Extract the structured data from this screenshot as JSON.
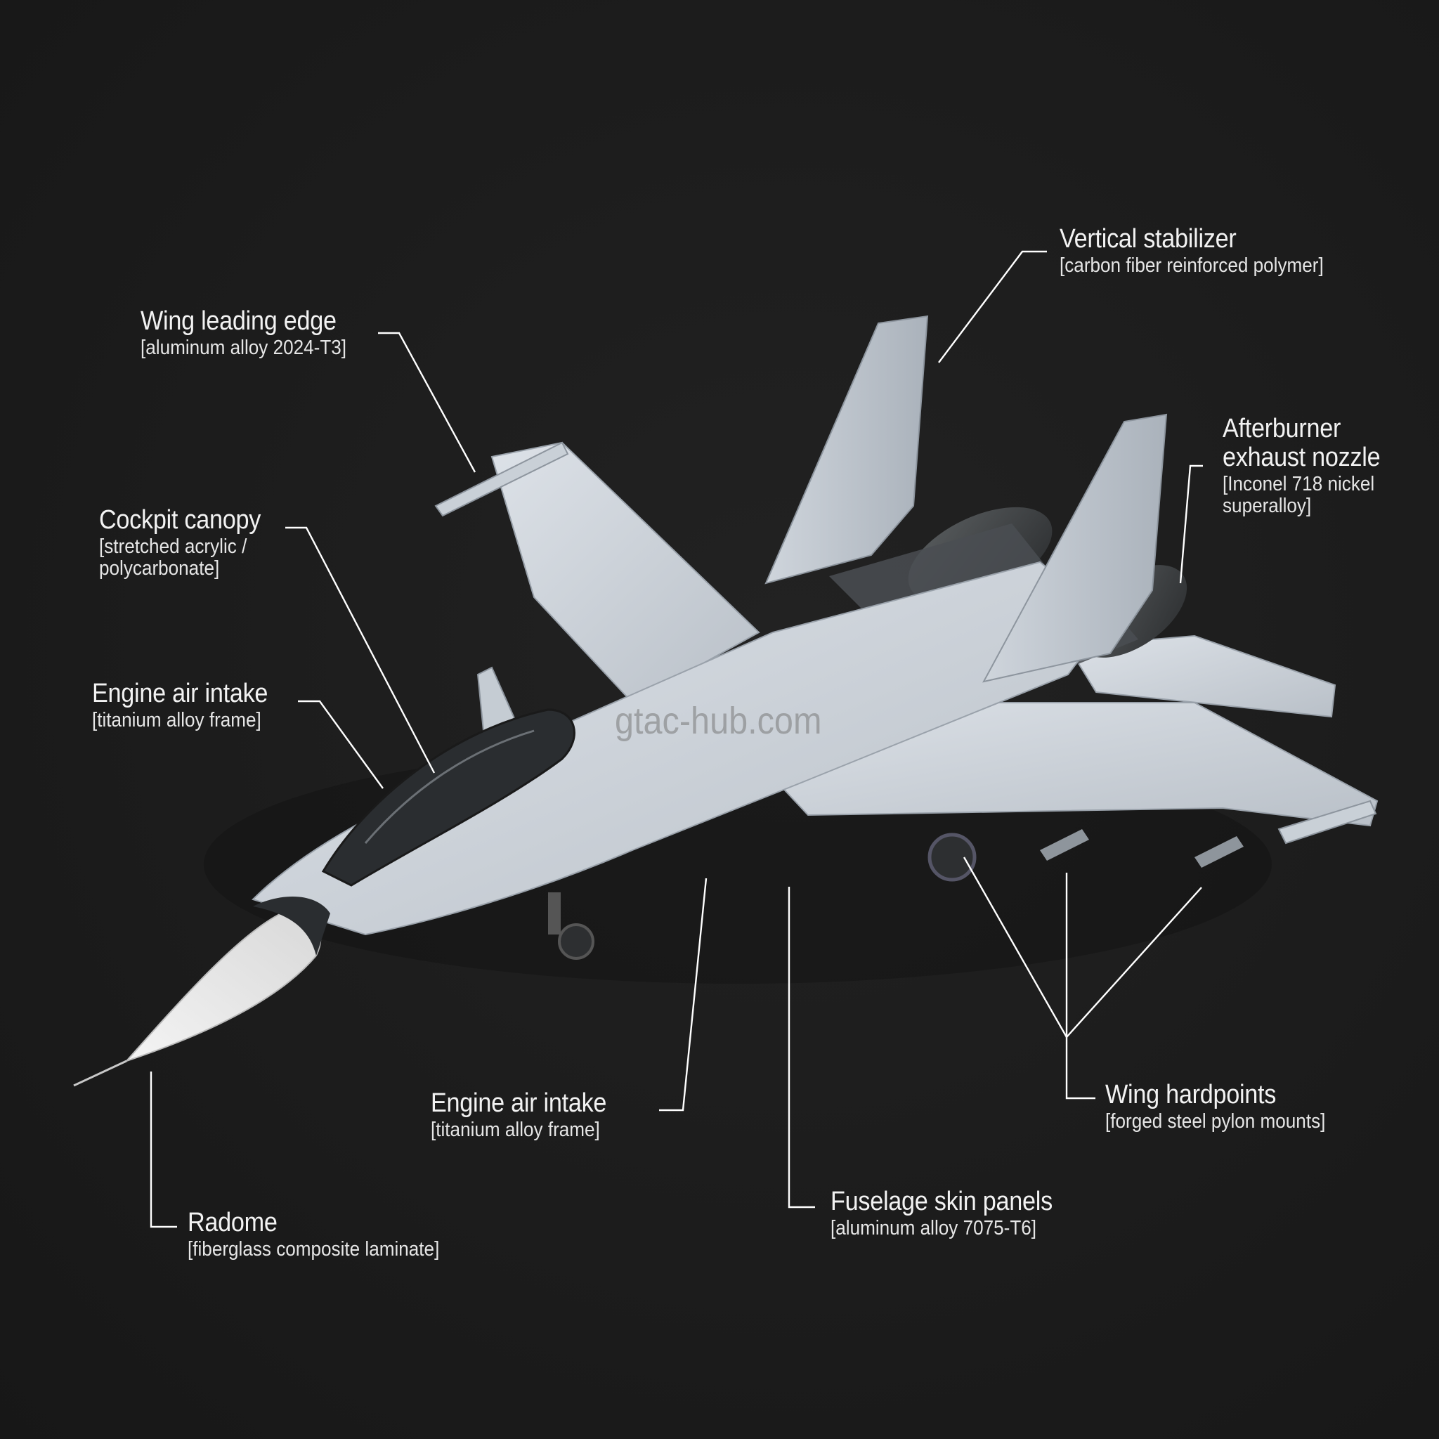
{
  "diagram": {
    "subject": "fighter jet material callout diagram",
    "background_color": "#1b1b1b",
    "text_color": "#f2f2f2",
    "leader_line_color": "#ffffff",
    "watermark": "gtac-hub.com"
  },
  "callouts": [
    {
      "id": "vertical-stabilizer",
      "title": "Vertical stabilizer",
      "material": "[carbon fiber reinforced polymer]"
    },
    {
      "id": "wing-leading-edge",
      "title": "Wing leading edge",
      "material": "[aluminum alloy 2024-T3]"
    },
    {
      "id": "afterburner-exhaust-nozzle",
      "title": "Afterburner\nexhaust nozzle",
      "material": "[Inconel 718 nickel\nsuperalloy]"
    },
    {
      "id": "cockpit-canopy",
      "title": "Cockpit canopy",
      "material": "[stretched acrylic /\npolycarbonate]"
    },
    {
      "id": "engine-air-intake-left",
      "title": "Engine air intake",
      "material": "[titanium alloy frame]"
    },
    {
      "id": "engine-air-intake-bottom",
      "title": "Engine air intake",
      "material": "[titanium alloy frame]"
    },
    {
      "id": "wing-hardpoints",
      "title": "Wing hardpoints",
      "material": "[forged steel pylon mounts]"
    },
    {
      "id": "fuselage-skin-panels",
      "title": "Fuselage skin panels",
      "material": "[aluminum alloy 7075-T6]"
    },
    {
      "id": "radome",
      "title": "Radome",
      "material": "[fiberglass composite laminate]"
    }
  ]
}
